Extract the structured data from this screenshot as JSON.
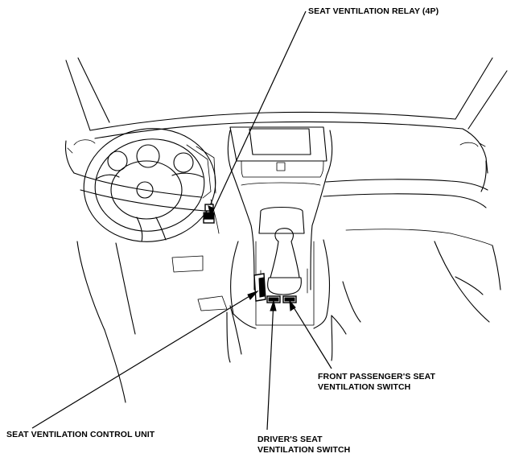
{
  "labels": {
    "relay": "SEAT VENTILATION RELAY (4P)",
    "control_unit": "SEAT VENTILATION CONTROL UNIT",
    "passenger_switch_line1": "FRONT PASSENGER'S SEAT",
    "passenger_switch_line2": "VENTILATION SWITCH",
    "driver_switch_line1": "DRIVER'S SEAT",
    "driver_switch_line2": "VENTILATION SWITCH"
  },
  "colors": {
    "line": "#000000",
    "background": "#ffffff"
  }
}
